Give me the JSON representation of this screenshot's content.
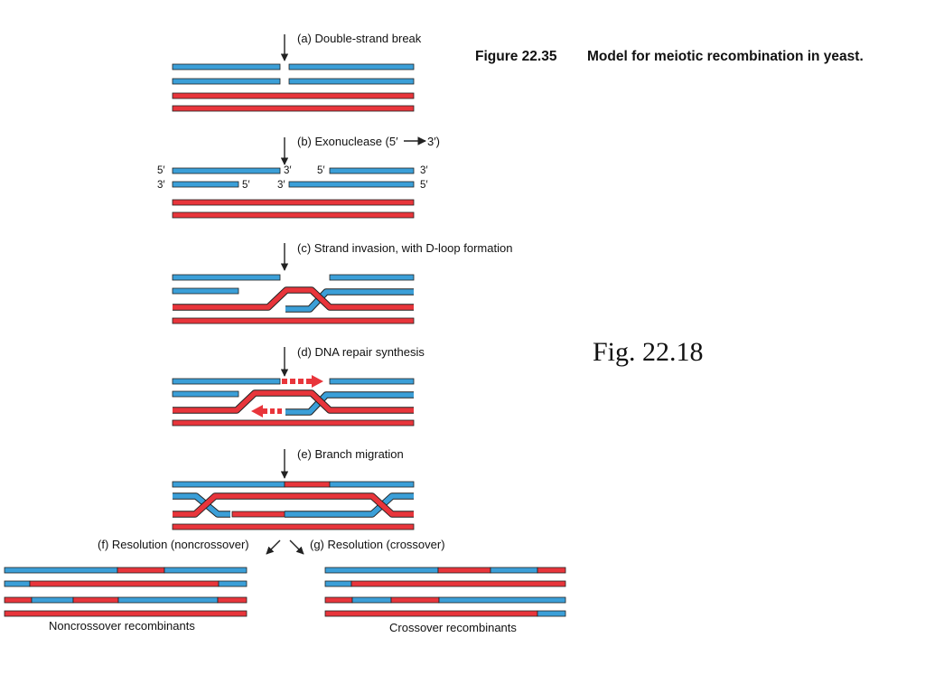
{
  "figure": {
    "number": "Figure 22.35",
    "title": "Model for meiotic recombination in yeast."
  },
  "slide_ref": "Fig. 22.18",
  "colors": {
    "strand_a": "#3b9fd8",
    "strand_b": "#e8353b",
    "outline": "#222222"
  },
  "steps": {
    "a": "(a) Double-strand break",
    "b": "(b) Exonuclease (5′",
    "b_end": "3′)",
    "c": "(c) Strand invasion, with D-loop formation",
    "d": "(d) DNA repair synthesis",
    "e": "(e) Branch migration",
    "f": "(f) Resolution (noncrossover)",
    "g": "(g) Resolution (crossover)"
  },
  "ends": {
    "five": "5′",
    "three": "3′"
  },
  "results": {
    "noncrossover": "Noncrossover recombinants",
    "crossover": "Crossover recombinants"
  }
}
